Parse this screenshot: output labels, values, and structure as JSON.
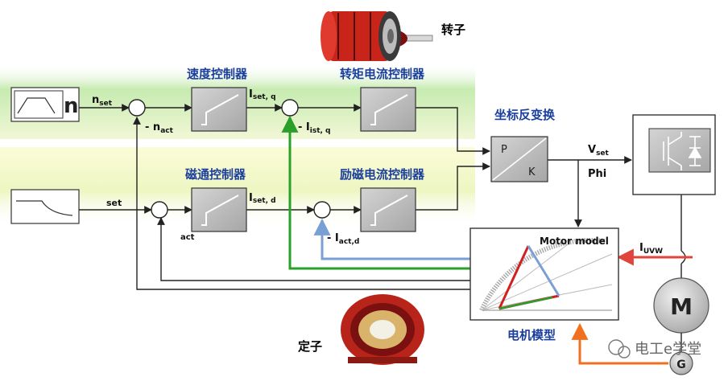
{
  "labels": {
    "rotor": "转子",
    "stator": "定子",
    "speed_ctrl": "速度控制器",
    "torque_ctrl": "转矩电流控制器",
    "flux_ctrl": "磁通控制器",
    "excit_ctrl": "励磁电流控制器",
    "inverse_transform": "坐标反变换",
    "motor_model_cn": "电机模型",
    "motor_model_en": "Motor model",
    "n_set_main": "n",
    "n_set_sub": "set",
    "n_act_main": "- n",
    "n_act_sub": "act",
    "set": "set",
    "act": "act",
    "i_set_q_main": "I",
    "i_set_q_sub": "set, q",
    "i_ist_q_main": "- I",
    "i_ist_q_sub": "ist, q",
    "i_set_d_main": "I",
    "i_set_d_sub": "set, d",
    "i_act_d_main": "- I",
    "i_act_d_sub": "act,d",
    "v_set_main": "V",
    "v_set_sub": "set",
    "phi": "Phi",
    "i_uvw_main": "I",
    "i_uvw_sub": "UVW",
    "p": "P",
    "k": "K",
    "n_big": "n",
    "motor_m": "M",
    "gen_g": "G",
    "watermark": "电工e学堂"
  },
  "colors": {
    "green_feedback": "#2aa02a",
    "blue_feedback": "#7a9fd4",
    "red_feedback": "#e0443a",
    "orange_feedback": "#f07020",
    "band_green": "#c9ecb2",
    "band_yellow": "#f4f7c8",
    "block_fill": "#b8b8b8",
    "line": "#222222"
  }
}
